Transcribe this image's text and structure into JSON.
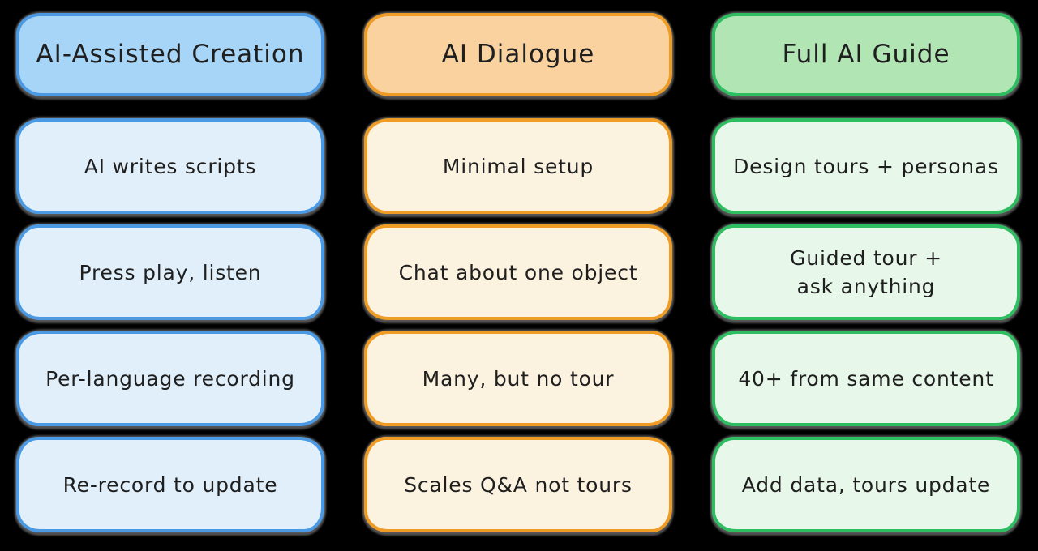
{
  "background": "#000000",
  "text_color": "#1f1f1f",
  "columns": [
    {
      "id": "ai-assisted-creation",
      "header": "AI-Assisted Creation",
      "colors": {
        "header_fill": "#a7d5f7",
        "border": "#4a99e2",
        "cell_fill": "#e0effa"
      },
      "cells": [
        "AI writes scripts",
        "Press play, listen",
        "Per-language recording",
        "Re-record to update"
      ]
    },
    {
      "id": "ai-dialogue",
      "header": "AI Dialogue",
      "colors": {
        "header_fill": "#f9d2a0",
        "border": "#ee9c25",
        "cell_fill": "#fcf2e0"
      },
      "cells": [
        "Minimal setup",
        "Chat about one object",
        "Many, but no tour",
        "Scales Q&A not tours"
      ]
    },
    {
      "id": "full-ai-guide",
      "header": "Full AI Guide",
      "colors": {
        "header_fill": "#b2e5b4",
        "border": "#2fbd62",
        "cell_fill": "#e7f7e9"
      },
      "cells": [
        "Design tours + personas",
        "Guided tour +\nask anything",
        "40+ from same content",
        "Add data, tours update"
      ]
    }
  ]
}
